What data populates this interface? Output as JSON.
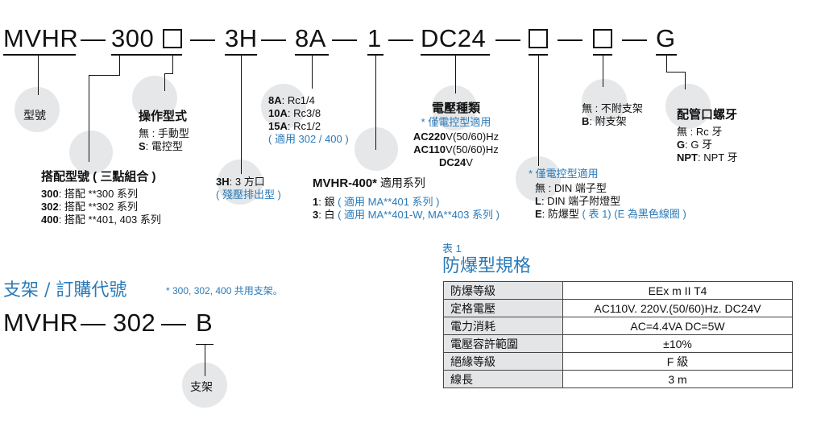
{
  "model_code": {
    "segments": [
      "MVHR",
      "300",
      "3H",
      "8A",
      "1",
      "DC24",
      "G"
    ],
    "separator": "—"
  },
  "labels": {
    "model": "型號",
    "operation": {
      "title": "操作型式",
      "lines": [
        {
          "k": "",
          "v": "無 : 手動型"
        },
        {
          "k": "S",
          "v": ": 電控型"
        }
      ]
    },
    "combination": {
      "title": "搭配型號 ( 三點組合 )",
      "lines": [
        {
          "k": "300",
          "v": ": 搭配 **300 系列"
        },
        {
          "k": "302",
          "v": ": 搭配 **302 系列"
        },
        {
          "k": "400",
          "v": ": 搭配 **401, 403 系列"
        }
      ]
    },
    "port": {
      "k": "3H",
      "v": ": 3 方口",
      "note": "( 殘壓排出型 )"
    },
    "thread": {
      "lines": [
        {
          "k": "8A",
          "v": ": Rc1/4"
        },
        {
          "k": "10A",
          "v": ": Rc3/8"
        },
        {
          "k": "15A",
          "v": ": Rc1/2"
        }
      ],
      "note": "( 適用 302 / 400 )"
    },
    "series400": {
      "title_bold": "MVHR-400*",
      "title_rest": " 適用系列",
      "lines": [
        {
          "k": "1",
          "v": ": 銀 ",
          "note": "( 適用 MA**401 系列 )"
        },
        {
          "k": "3",
          "v": ": 白 ",
          "note": "( 適用 MA**401-W, MA**403 系列 )"
        }
      ]
    },
    "voltage": {
      "title": "電壓種類",
      "note": "* 僅電控型適用",
      "lines": [
        {
          "k": "AC220",
          "v": "V(50/60)Hz"
        },
        {
          "k": "AC110",
          "v": "V(50/60)Hz"
        },
        {
          "k": "DC24",
          "v": "V"
        }
      ]
    },
    "terminal": {
      "note": "* 僅電控型適用",
      "lines": [
        {
          "k": "",
          "v": "無 : DIN 端子型",
          "note": ""
        },
        {
          "k": "L",
          "v": ": DIN 端子附燈型",
          "note": ""
        },
        {
          "k": "E",
          "v": ": 防爆型 ",
          "note": "( 表 1) (E 為黑色線圈 )"
        }
      ]
    },
    "bracket_opt": {
      "lines": [
        {
          "k": "",
          "v": "無 : 不附支架"
        },
        {
          "k": "B",
          "v": ": 附支架"
        }
      ]
    },
    "pipe_thread": {
      "title": "配管口螺牙",
      "lines": [
        {
          "k": "",
          "v": "無 : Rc 牙"
        },
        {
          "k": "G",
          "v": ": G 牙"
        },
        {
          "k": "NPT",
          "v": ": NPT 牙"
        }
      ]
    }
  },
  "bracket_section": {
    "title": "支架 / 訂購代號",
    "note": "* 300, 302, 400 共用支架。",
    "code_segments": [
      "MVHR",
      "302",
      "B"
    ],
    "label": "支架"
  },
  "table": {
    "caption_small": "表 1",
    "caption": "防爆型規格",
    "rows": [
      {
        "k": "防爆等級",
        "v": "EEx m II T4"
      },
      {
        "k": "定格電壓",
        "v": "AC110V. 220V.(50/60)Hz. DC24V"
      },
      {
        "k": "電力消耗",
        "v": "AC=4.4VA  DC=5W"
      },
      {
        "k": "電壓容許範圍",
        "v": "±10%"
      },
      {
        "k": "絕緣等級",
        "v": "F 級"
      },
      {
        "k": "線長",
        "v": "3 m"
      }
    ]
  },
  "colors": {
    "accent": "#2a7ab8",
    "circle": "#e6e7e8",
    "table_header_bg": "#e4e5e6"
  }
}
